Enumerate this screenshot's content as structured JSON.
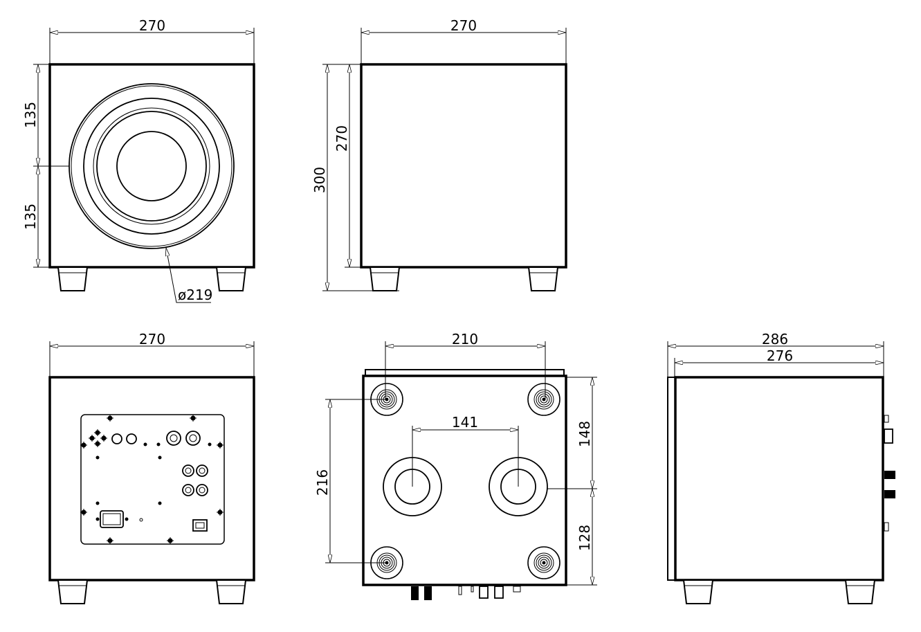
{
  "front_view": {
    "width": "270",
    "upper_height": "135",
    "lower_height": "135",
    "driver_diameter": "ø219"
  },
  "side_view_left": {
    "width": "270",
    "cabinet_height": "270",
    "total_height": "300"
  },
  "rear_view": {
    "width": "270"
  },
  "bottom_view": {
    "foot_spacing_x": "210",
    "port_spacing": "141",
    "foot_spacing_y": "216",
    "front_to_port": "148",
    "port_to_rear": "128"
  },
  "side_view_right": {
    "total_depth": "286",
    "cabinet_depth": "276"
  }
}
